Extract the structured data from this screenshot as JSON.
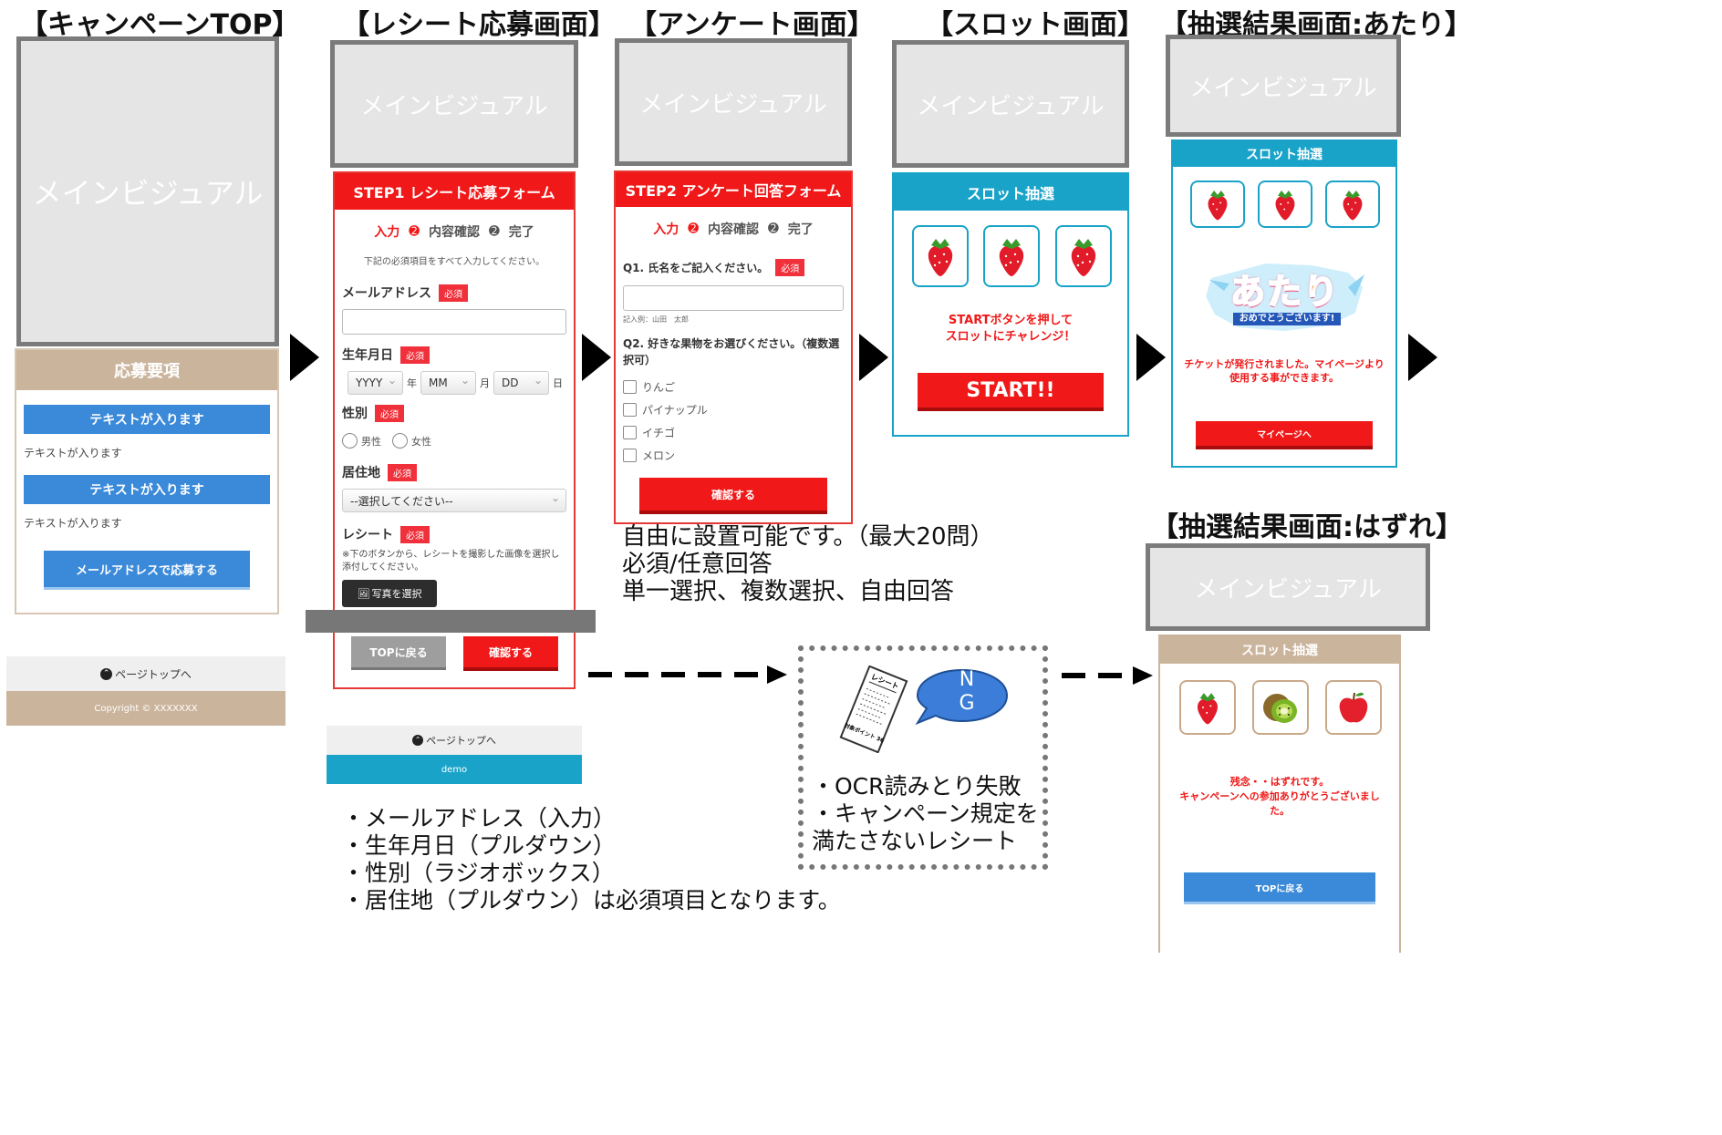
{
  "titles": {
    "s1": "【キャンペーンTOP】",
    "s2": "【レシート応募画面】",
    "s3": "【アンケート画面】",
    "s4": "【スロット画面】",
    "s5": "【抽選結果画面:あたり】",
    "s6": "【抽選結果画面:はずれ】"
  },
  "main_visual": "メインビジュアル",
  "top": {
    "section_title": "応募要項",
    "btn1": "テキストが入ります",
    "text1": "テキストが入ります",
    "btn2": "テキストが入ります",
    "text2": "テキストが入ります",
    "apply_btn": "メールアドレスで応募する",
    "pagetop": "ページトップへ",
    "copyright": "Copyright © XXXXXXX"
  },
  "receipt": {
    "header": "STEP1 レシート応募フォーム",
    "step_input": "入力",
    "step_confirm": "内容確認",
    "step_done": "完了",
    "instruction": "下記の必須項目をすべて入力してください。",
    "required": "必須",
    "email_label": "メールアドレス",
    "birth_label": "生年月日",
    "yyyy": "YYYY",
    "year": "年",
    "mm": "MM",
    "month": "月",
    "dd": "DD",
    "day": "日",
    "gender_label": "性別",
    "male": "男性",
    "female": "女性",
    "residence_label": "居住地",
    "residence_placeholder": "--選択してください--",
    "receipt_label": "レシート",
    "receipt_note": "※下のボタンから、レシートを撮影した画像を選択し添付してください。",
    "photo_btn": "写真を選択",
    "back_btn": "TOPに戻る",
    "confirm_btn": "確認する",
    "pagetop": "ページトップへ",
    "footer": "demo"
  },
  "survey": {
    "header": "STEP2 アンケート回答フォーム",
    "step_input": "入力",
    "step_confirm": "内容確認",
    "step_done": "完了",
    "q1": "Q1. 氏名をご記入ください。",
    "required": "必須",
    "q1_example": "記入例：山田　太郎",
    "q2": "Q2. 好きな果物をお選びください。（複数選択可）",
    "options": [
      "りんご",
      "パイナップル",
      "イチゴ",
      "メロン"
    ],
    "confirm_btn": "確認する"
  },
  "slot": {
    "header": "スロット抽選",
    "prompt_line1": "STARTボタンを押して",
    "prompt_line2": "スロットにチャレンジ！",
    "start_btn": "START!!"
  },
  "win": {
    "header": "スロット抽選",
    "banner": "あたり",
    "banner_sub": "おめでとうございます!",
    "message_line1": "チケットが発行されました。マイページより",
    "message_line2": "使用する事ができます。",
    "mypage_btn": "マイページへ"
  },
  "lose": {
    "header": "スロット抽選",
    "message_line1": "残念・・はずれです。",
    "message_line2": "キャンペーンへの参加ありがとうございまし",
    "message_line3": "た。",
    "top_btn": "TOPに戻る"
  },
  "notes": {
    "survey_line1": "自由に設置可能です。（最大20問）",
    "survey_line2": "必須/任意回答",
    "survey_line3": "単一選択、複数選択、自由回答",
    "receipt_line1": "・メールアドレス（入力）",
    "receipt_line2": "・生年月日（プルダウン）",
    "receipt_line3": "・性別（ラジオボックス）",
    "receipt_line4": "・居住地（プルダウン）は必須項目となります。",
    "ng_line1": "・OCR読みとり失敗",
    "ng_line2": "・キャンペーン規定を",
    "ng_line3": "満たさないレシート",
    "ng_bubble_1": "N",
    "ng_bubble_2": "G",
    "receipt_icon_title": "レシート",
    "receipt_icon_points": "対象ポイント 36"
  },
  "colors": {
    "red": "#f01818",
    "cyan": "#1aa3c9",
    "beige": "#cbb49c",
    "blue": "#3b8ad9"
  }
}
